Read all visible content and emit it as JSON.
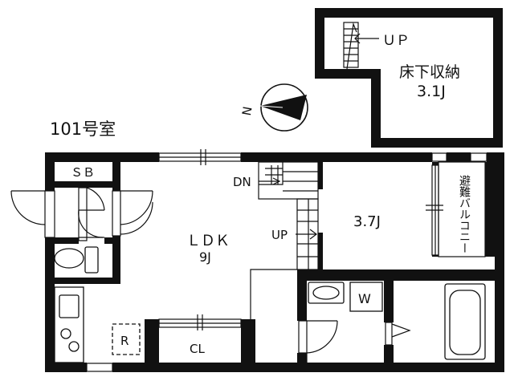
{
  "unit": {
    "name": "101号室"
  },
  "loft": {
    "up_label": "ＵＰ",
    "room_label": "床下収納",
    "room_size": "3.1J"
  },
  "compass": {
    "label": "N"
  },
  "rooms": {
    "sb": "ＳＢ",
    "dn": "DN",
    "up": "UP",
    "ldk_name": "ＬＤＫ",
    "ldk_size": "9J",
    "bedroom_size": "3.7J",
    "balcony": "避難バルコニー",
    "washer": "W",
    "closet": "CL",
    "fridge": "R"
  }
}
